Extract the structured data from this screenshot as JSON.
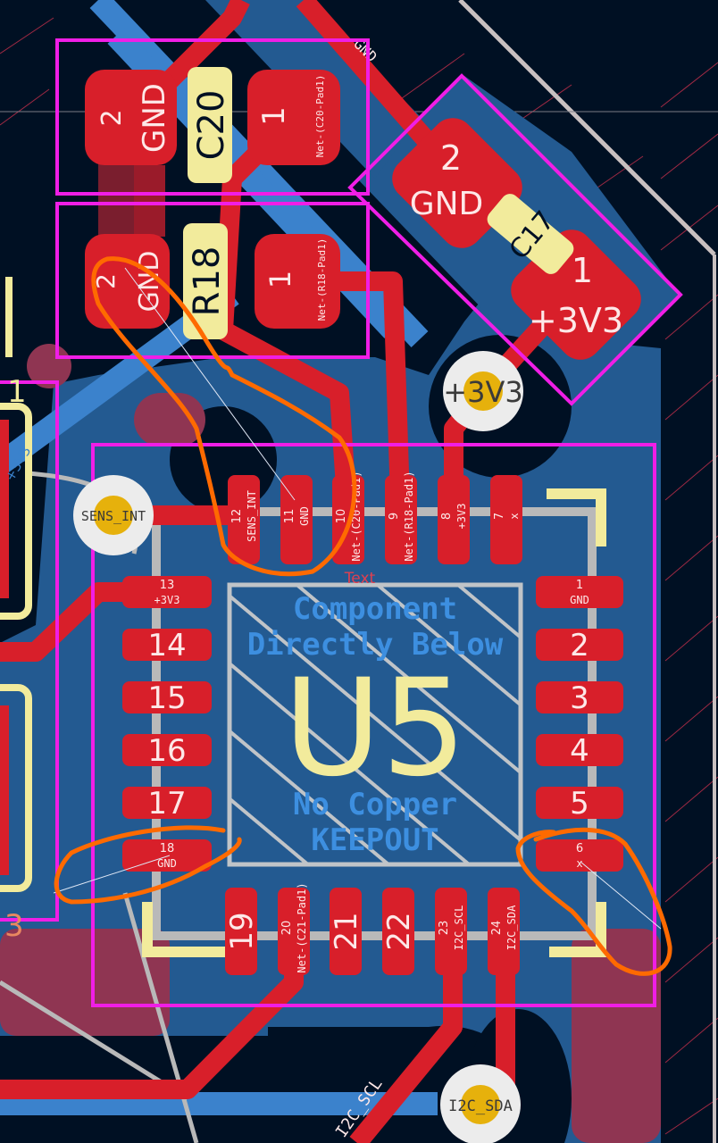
{
  "colors": {
    "background": "#001023",
    "copper_zone": "#235a91",
    "back_trace": "#3b82cc",
    "front_copper": "#d81f2a",
    "courtyard": "#f01ee6",
    "silkscreen": "#f2eb9c",
    "fab": "#b9b9b9",
    "annotation": "#ff6a00",
    "via_ring": "#ececec",
    "via_hole": "#e6b10c"
  },
  "components": {
    "C20": {
      "ref": "C20",
      "pad2": {
        "num": "2",
        "net": "GND"
      },
      "pad1": {
        "num": "1",
        "net": "Net-(C20-Pad1)"
      }
    },
    "R18": {
      "ref": "R18",
      "pad2": {
        "num": "2",
        "net": "GND"
      },
      "pad1": {
        "num": "1",
        "net": "Net-(R18-Pad1)"
      }
    },
    "C17": {
      "ref": "C17",
      "pad2": {
        "num": "2",
        "net": "GND"
      },
      "pad1": {
        "num": "1",
        "net": "+3V3"
      }
    },
    "U5": {
      "ref": "U5",
      "keepout_text": [
        "Component",
        "Directly Below",
        "No Copper",
        "KEEPOUT"
      ],
      "user_text": "Text",
      "pins_top": [
        {
          "num": "12",
          "net": "SENS_INT"
        },
        {
          "num": "11",
          "net": "GND"
        },
        {
          "num": "10",
          "net": "Net-(C20-Pad1)"
        },
        {
          "num": "9",
          "net": "Net-(R18-Pad1)"
        },
        {
          "num": "8",
          "net": "+3V3"
        },
        {
          "num": "7",
          "net": "x"
        }
      ],
      "pins_left": [
        {
          "num": "13",
          "net": "+3V3"
        },
        {
          "num": "14",
          "net": ""
        },
        {
          "num": "15",
          "net": ""
        },
        {
          "num": "16",
          "net": ""
        },
        {
          "num": "17",
          "net": ""
        },
        {
          "num": "18",
          "net": "GND"
        }
      ],
      "pins_right": [
        {
          "num": "6",
          "net": "x"
        },
        {
          "num": "5",
          "net": ""
        },
        {
          "num": "4",
          "net": ""
        },
        {
          "num": "3",
          "net": ""
        },
        {
          "num": "2",
          "net": ""
        },
        {
          "num": "1",
          "net": "GND"
        }
      ],
      "pins_bottom": [
        {
          "num": "19",
          "net": ""
        },
        {
          "num": "20",
          "net": "Net-(C21-Pad1)"
        },
        {
          "num": "21",
          "net": ""
        },
        {
          "num": "22",
          "net": ""
        },
        {
          "num": "23",
          "net": "I2C_SCL"
        },
        {
          "num": "24",
          "net": "I2C_SDA"
        }
      ]
    },
    "left_parts": {
      "ref_top": "1",
      "ref_bottom": "3",
      "net_hint": "+3V3"
    }
  },
  "vias": {
    "sens_int": "SENS_INT",
    "v3v3": "+3V3",
    "i2c_sda": "I2C_SDA"
  },
  "trace_labels": {
    "gnd": "GND",
    "i2c_scl": "I2C_SCL"
  }
}
